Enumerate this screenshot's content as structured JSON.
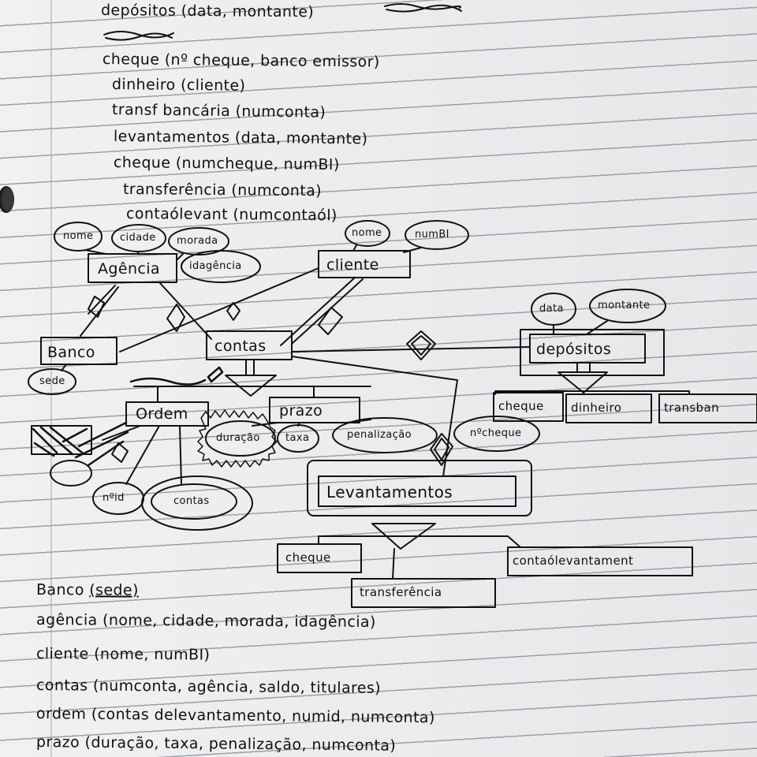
{
  "top_lines": [
    "depósitos (data, montante)",
    "cheque (nº cheque, banco emissor)",
    "dinheiro (cliente)",
    "transf bancária (numconta)",
    "levantamentos (data, montante)",
    "cheque (numcheque, numBI)",
    "transferência (numconta)",
    "contaólevant (numcontaól)"
  ],
  "entities": {
    "agencia": "Agência",
    "cliente": "cliente",
    "banco": "Banco",
    "contas": "contas",
    "depositos": "depósitos",
    "ordem": "Ordem",
    "prazo": "prazo",
    "levantamentos": "Levantamentos",
    "dep_cheque": "cheque",
    "dep_dinheiro": "dinheiro",
    "dep_transf": "transban",
    "lev_cheque": "cheque",
    "lev_transf": "transferência",
    "lev_conta": "contaólevantament"
  },
  "attributes": {
    "agencia_nome": "nome",
    "agencia_cidade": "cidade",
    "agencia_morada": "morada",
    "agencia_id": "idagência",
    "cliente_nome": "nome",
    "cliente_numbi": "numBI",
    "dep_data": "data",
    "dep_montante": "montante",
    "banco_sede": "sede",
    "prazo_duracao": "duração",
    "prazo_taxa": "taxa",
    "prazo_penalizacao": "penalização",
    "dep_ncheque": "nºcheque",
    "ordem_nid": "nºid",
    "ordem_contas": "contas"
  },
  "schema_lines": [
    {
      "name": "Banco",
      "rest": "(sede)"
    },
    {
      "name": "agência",
      "rest": "(nome, cidade, morada, idagência)"
    },
    {
      "name": "cliente",
      "rest": "(nome, numBI)"
    },
    {
      "name": "contas",
      "rest": "(numconta, agência, saldo, titulares)"
    },
    {
      "name": "ordem",
      "rest": "(contas delevantamento, numid, numconta)"
    },
    {
      "name": "prazo",
      "rest": "(duração, taxa, penalização, numconta)"
    }
  ],
  "colors": {
    "ink": "#111111",
    "paper": "#ececec",
    "rule": "#9aa0aa"
  }
}
